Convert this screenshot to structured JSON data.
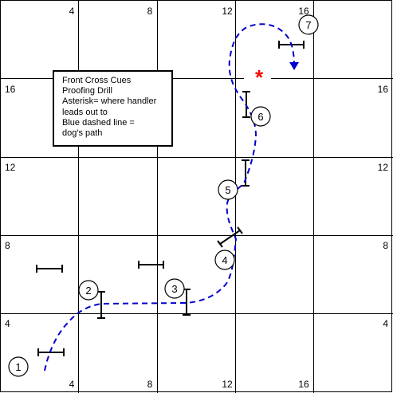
{
  "grid": {
    "line_color": "#000000",
    "background": "#ffffff",
    "x_labels": [
      "4",
      "8",
      "12",
      "16"
    ],
    "y_labels": [
      "16",
      "12",
      "8",
      "4"
    ]
  },
  "note": {
    "lines": [
      "Front Cross Cues",
      "Proofing Drill",
      "Asterisk= where handler",
      "leads out to",
      "Blue dashed line =",
      "dog's path"
    ]
  },
  "obstacles": [
    {
      "number": "1",
      "kind": "jump"
    },
    {
      "number": "2",
      "kind": "jump"
    },
    {
      "number": "3",
      "kind": "jump"
    },
    {
      "number": "4",
      "kind": "jump"
    },
    {
      "number": "5",
      "kind": "jump"
    },
    {
      "number": "6",
      "kind": "jump"
    },
    {
      "number": "7",
      "kind": "jump"
    }
  ],
  "handler_mark": {
    "symbol": "*",
    "color": "#ff0000"
  },
  "dog_path": {
    "color": "#0000cc",
    "style": "dashed"
  },
  "icons": {
    "handler": "asterisk-icon",
    "path_end": "arrowhead-icon"
  }
}
